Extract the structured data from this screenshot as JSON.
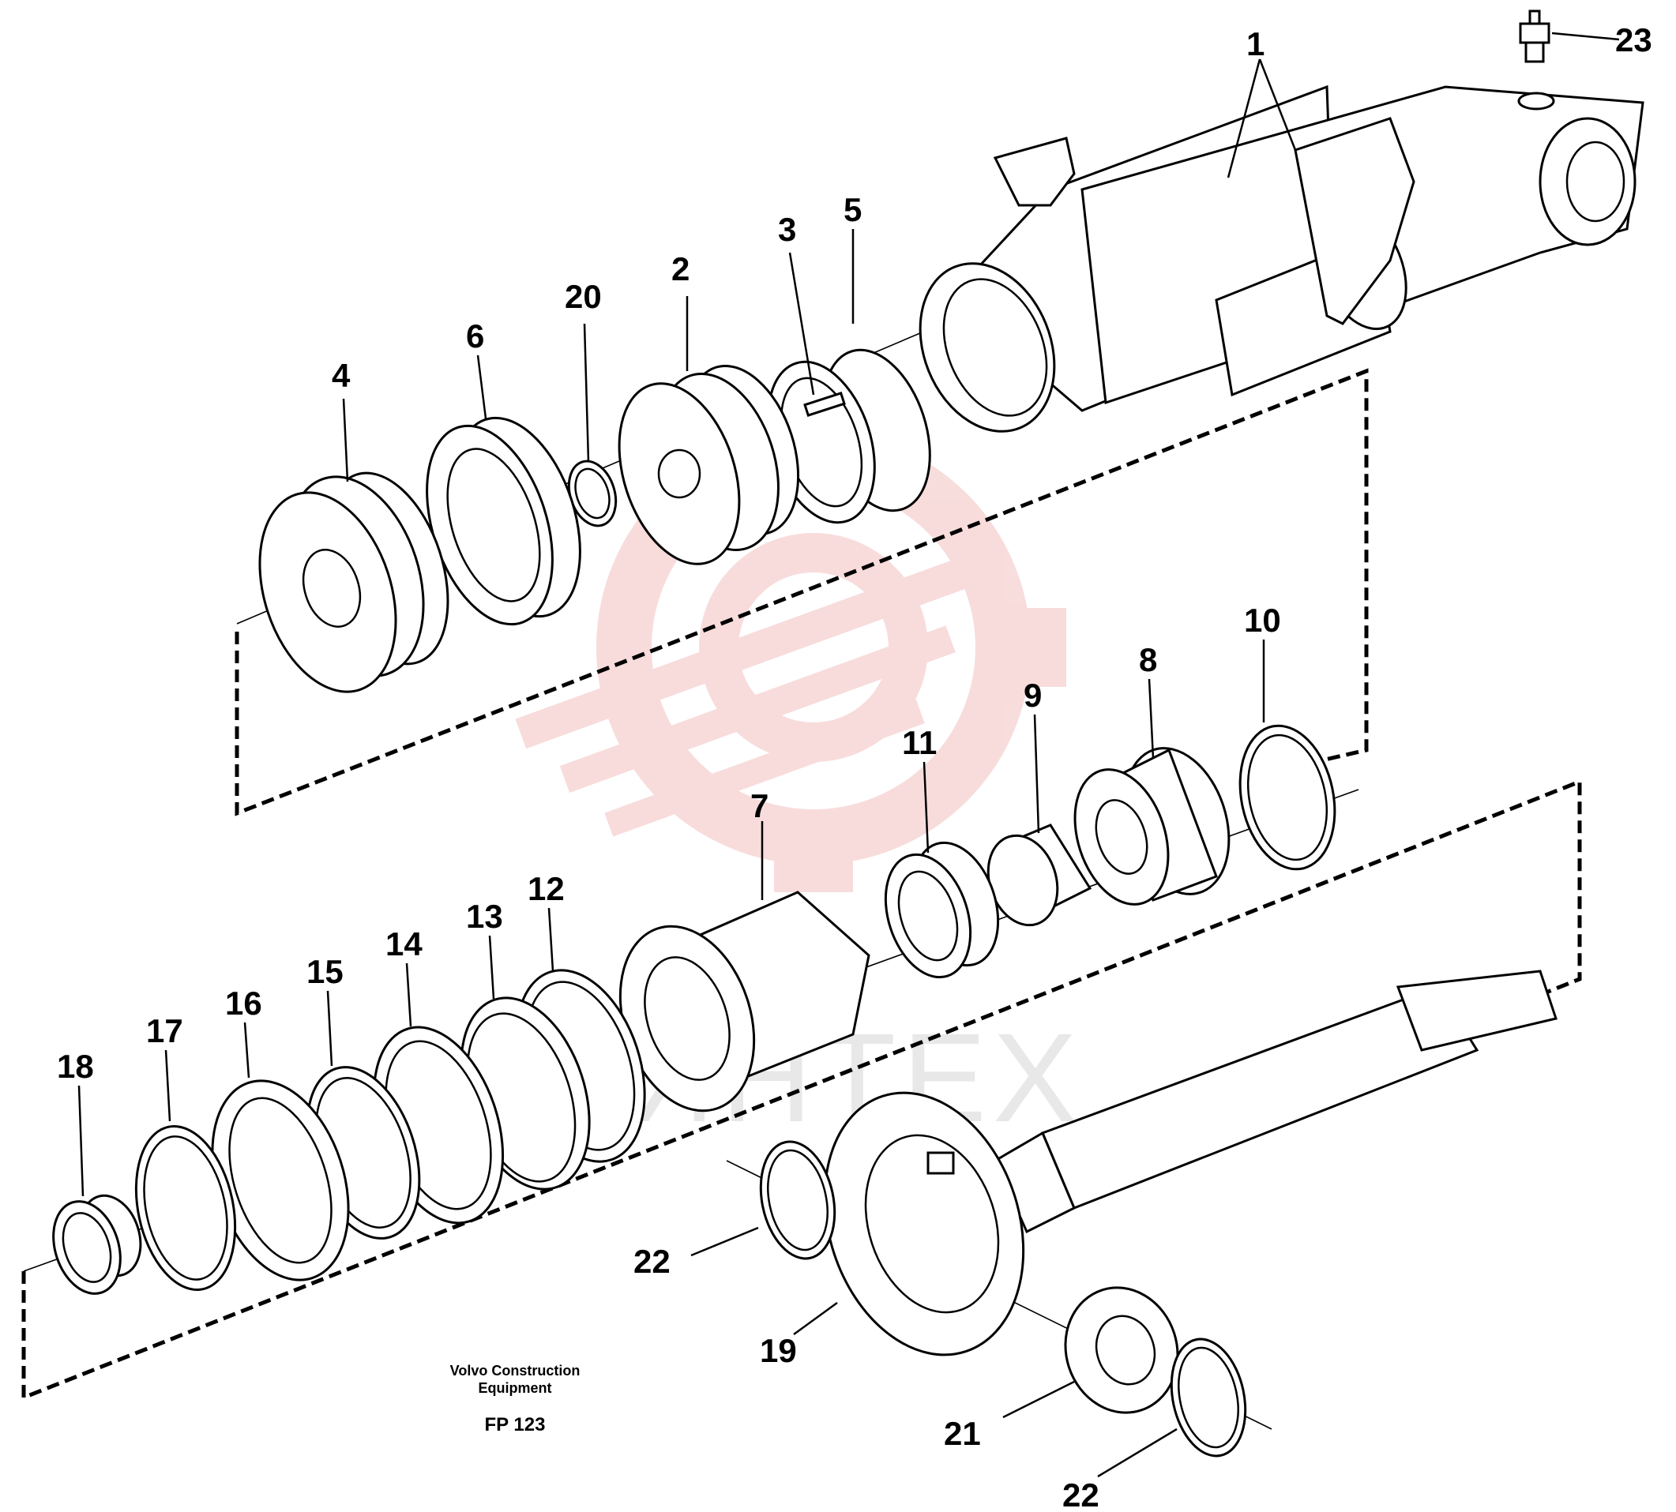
{
  "diagram": {
    "labels": [
      "1",
      "2",
      "3",
      "4",
      "5",
      "6",
      "7",
      "8",
      "9",
      "10",
      "11",
      "12",
      "13",
      "14",
      "15",
      "16",
      "17",
      "18",
      "19",
      "20",
      "21",
      "22",
      "22",
      "23"
    ],
    "caption_line1": "Volvo Construction",
    "caption_line2": "Equipment",
    "code": "FP 123",
    "watermark_text": "ИНТЕХ",
    "colors": {
      "watermark": "#f4c6c6",
      "ink": "#000000"
    }
  }
}
